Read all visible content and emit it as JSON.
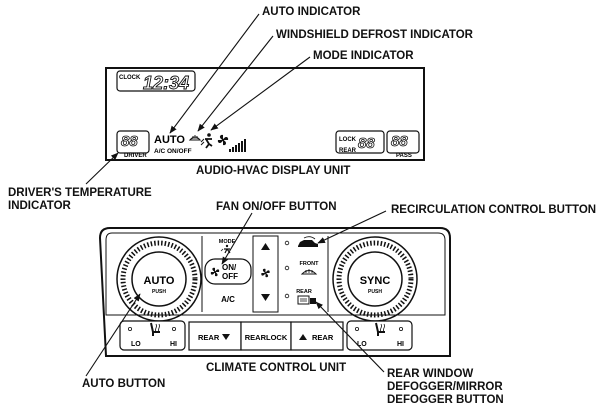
{
  "labels": {
    "auto_indicator": "AUTO INDICATOR",
    "windshield_defrost_indicator": "WINDSHIELD DEFROST INDICATOR",
    "mode_indicator": "MODE INDICATOR",
    "display_unit_title": "AUDIO-HVAC DISPLAY UNIT",
    "drivers_temp_line1": "DRIVER'S TEMPERATURE",
    "drivers_temp_line2": "INDICATOR",
    "fan_onoff_button": "FAN ON/OFF BUTTON",
    "recirculation_button": "RECIRCULATION CONTROL BUTTON",
    "auto_button": "AUTO BUTTON",
    "climate_control_unit": "CLIMATE CONTROL UNIT",
    "rear_defogger_line1": "REAR WINDOW",
    "rear_defogger_line2": "DEFOGGER/MIRROR",
    "rear_defogger_line3": "DEFOGGER BUTTON"
  },
  "display": {
    "clock_label": "CLOCK",
    "clock_time": "12:34",
    "driver_temp": "88",
    "driver_label": "DRIVER",
    "auto_text": "AUTO",
    "ac_onoff_text": "A/C ON/OFF",
    "lock_label": "LOCK",
    "rear_label": "REAR",
    "rear_temp": "88",
    "pass_temp": "88",
    "pass_label": "PASS"
  },
  "panel": {
    "left_knob_label": "AUTO",
    "left_knob_sub": "PUSH",
    "right_knob_label": "SYNC",
    "right_knob_sub": "PUSH",
    "mode_label": "MODE",
    "fan_on_label": "ON/",
    "fan_off_label": "OFF",
    "ac_label": "A/C",
    "front_label": "FRONT",
    "rear_label": "REAR",
    "bottom_lo_left": "LO",
    "bottom_hi_left": "HI",
    "rear_down_label": "REAR",
    "rearlock_label": "REARLOCK",
    "rear_up_label": "REAR",
    "bottom_lo_right": "LO",
    "bottom_hi_right": "HI"
  }
}
